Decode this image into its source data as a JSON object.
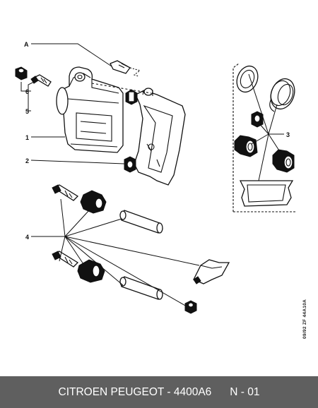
{
  "callouts": {
    "a": "A",
    "n1": "1",
    "n2": "2",
    "n3": "3",
    "n4": "4",
    "n5": "5",
    "n6": "6"
  },
  "drawing_code": "09/92 ZF 44A10A",
  "footer": {
    "part_ref": "CITROEN PEUGEOT - 4400A6",
    "sheet": "N - 01"
  }
}
